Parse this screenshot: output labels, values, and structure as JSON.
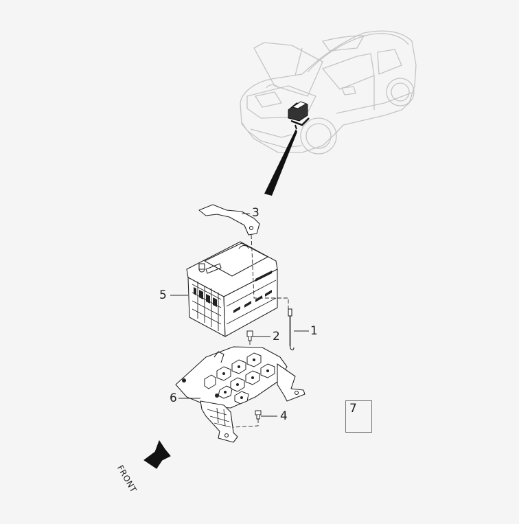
{
  "callouts": {
    "c1": "1",
    "c2": "2",
    "c3": "3",
    "c4": "4",
    "c5": "5",
    "c6": "6",
    "c7": "7"
  },
  "front_label": "FRONT",
  "colors": {
    "background": "#f5f5f5",
    "line": "#222222",
    "ghost_car": "#c4c4c4"
  },
  "icons": [
    "vehicle-outline",
    "pointer-arrow",
    "front-direction-arrow"
  ]
}
